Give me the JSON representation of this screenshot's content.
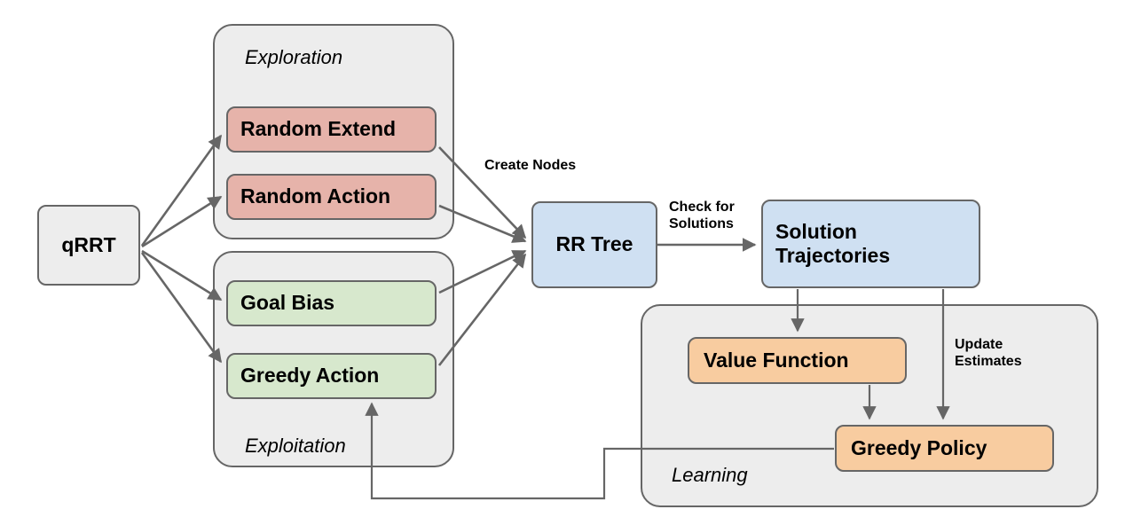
{
  "diagram": {
    "title": "qRRT algorithm block diagram",
    "colors": {
      "stroke": "#666666",
      "group_fill": "#ededed",
      "root_fill": "#ededed",
      "exploration_fill": "#e6b3aa",
      "exploitation_fill": "#d7e8cd",
      "tree_fill": "#cfe0f2",
      "learning_fill": "#f8cca0",
      "text": "#000000",
      "background": "#ffffff"
    },
    "groups": [
      {
        "id": "exploration",
        "label": "Exploration",
        "label_position": "top-center"
      },
      {
        "id": "exploitation",
        "label": "Exploitation",
        "label_position": "bottom-center"
      },
      {
        "id": "learning",
        "label": "Learning",
        "label_position": "bottom-left"
      }
    ],
    "nodes": {
      "root": "qRRT",
      "random_extend": "Random Extend",
      "random_action": "Random Action",
      "goal_bias": "Goal Bias",
      "greedy_action": "Greedy Action",
      "rr_tree": "RR Tree",
      "solution_trajectories": "Solution\nTrajectories",
      "value_function": "Value Function",
      "greedy_policy": "Greedy Policy"
    },
    "edge_labels": {
      "create_nodes": "Create Nodes",
      "check_for_solutions": "Check for\nSolutions",
      "update_estimates": "Update\nEstimates"
    },
    "edges": [
      {
        "from": "root",
        "to": "random_extend",
        "label": ""
      },
      {
        "from": "root",
        "to": "random_action",
        "label": ""
      },
      {
        "from": "root",
        "to": "goal_bias",
        "label": ""
      },
      {
        "from": "root",
        "to": "greedy_action",
        "label": ""
      },
      {
        "from": "random_extend",
        "to": "rr_tree",
        "label": "Create Nodes"
      },
      {
        "from": "random_action",
        "to": "rr_tree",
        "label": ""
      },
      {
        "from": "goal_bias",
        "to": "rr_tree",
        "label": ""
      },
      {
        "from": "greedy_action",
        "to": "rr_tree",
        "label": ""
      },
      {
        "from": "rr_tree",
        "to": "solution_trajectories",
        "label": "Check for\nSolutions"
      },
      {
        "from": "solution_trajectories",
        "to": "value_function",
        "label": ""
      },
      {
        "from": "solution_trajectories",
        "to": "greedy_policy",
        "label": "Update\nEstimates"
      },
      {
        "from": "value_function",
        "to": "greedy_policy",
        "label": ""
      },
      {
        "from": "greedy_policy",
        "to": "greedy_action",
        "label": ""
      }
    ]
  }
}
